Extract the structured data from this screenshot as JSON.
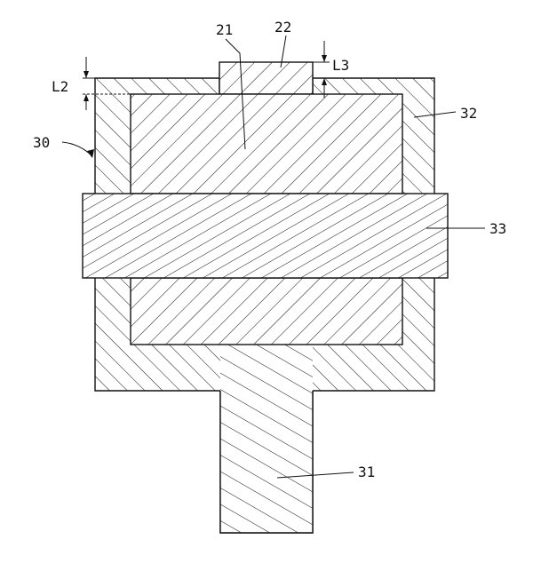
{
  "labels": {
    "part_21": "21",
    "part_22": "22",
    "part_30": "30",
    "part_31": "31",
    "part_32": "32",
    "part_33": "33",
    "dim_l2": "L2",
    "dim_l3": "L3"
  },
  "colors": {
    "ink": "#111111",
    "background": "#ffffff"
  }
}
